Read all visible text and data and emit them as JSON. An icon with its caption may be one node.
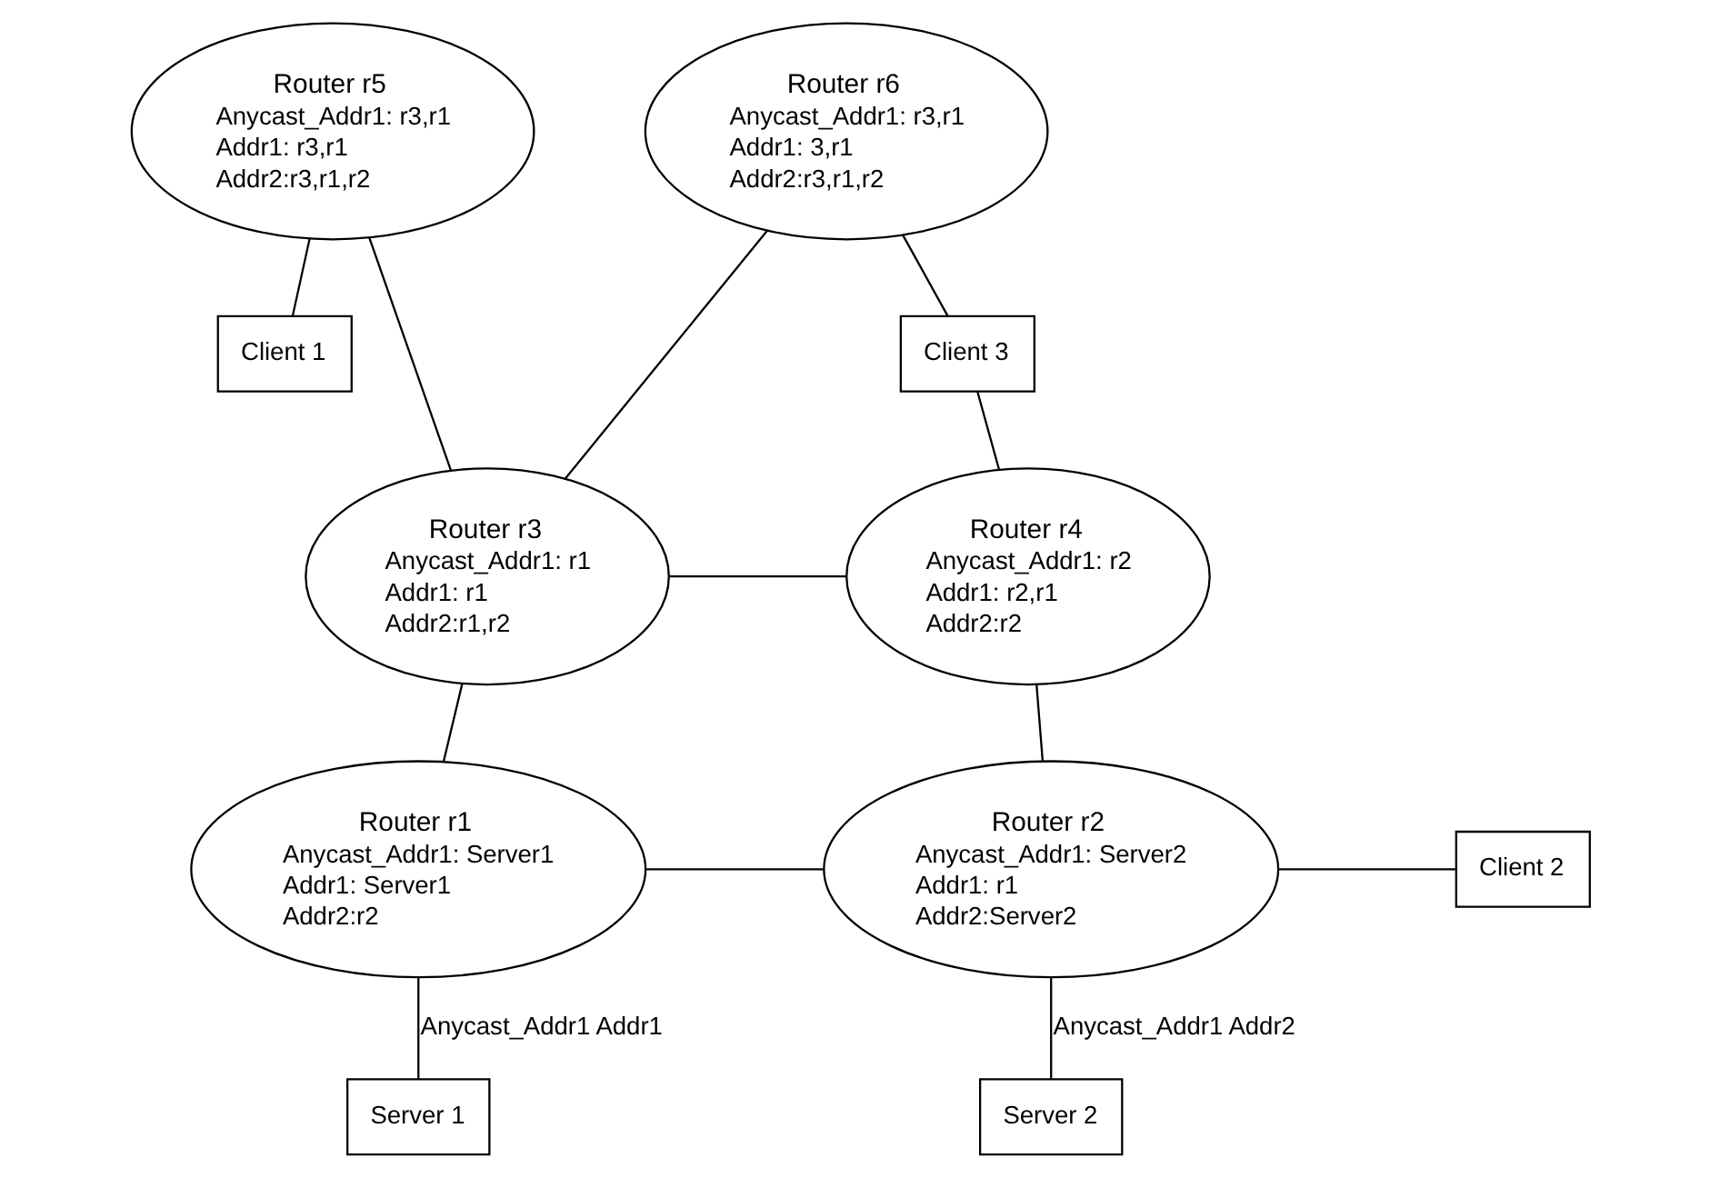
{
  "diagram": {
    "nodes": [
      {
        "text": [
          "Router r5",
          "Anycast_Addr1: r3,r1",
          "Addr1: r3,r1",
          "Addr2:r3,r1,r2"
        ]
      },
      {
        "text": [
          "Router r6",
          "Anycast_Addr1: r3,r1",
          "Addr1: 3,r1",
          "Addr2:r3,r1,r2"
        ]
      },
      {
        "text": [
          "Client 1"
        ]
      },
      {
        "text": [
          "Client 3"
        ]
      },
      {
        "text": [
          "Router r3",
          "Anycast_Addr1: r1",
          "Addr1: r1",
          "Addr2:r1,r2"
        ]
      },
      {
        "text": [
          "Router r4",
          "Anycast_Addr1: r2",
          "Addr1: r2,r1",
          "Addr2:r2"
        ]
      },
      {
        "text": [
          "Router r1",
          "Anycast_Addr1: Server1",
          "Addr1: Server1",
          "Addr2:r2"
        ]
      },
      {
        "text": [
          "Router r2",
          "Anycast_Addr1: Server2",
          "Addr1: r1",
          "Addr2:Server2"
        ]
      },
      {
        "text": [
          "Client 2"
        ]
      },
      {
        "text": [
          "Server 1"
        ]
      },
      {
        "text": [
          "Server 2"
        ]
      }
    ],
    "edges": [
      {
        "from": 0,
        "to": 2,
        "arrow": "none"
      },
      {
        "from": 0,
        "to": 4,
        "arrow": "none"
      },
      {
        "from": 1,
        "to": 4,
        "arrow": "none"
      },
      {
        "from": 1,
        "to": 3,
        "arrow": "none"
      },
      {
        "from": 3,
        "to": 5,
        "arrow": "none"
      },
      {
        "from": 4,
        "to": 5,
        "arrow": "none"
      },
      {
        "from": 4,
        "to": 6,
        "arrow": "none"
      },
      {
        "from": 5,
        "to": 7,
        "arrow": "none"
      },
      {
        "from": 6,
        "to": 7,
        "arrow": "none"
      },
      {
        "from": 7,
        "to": 8,
        "arrow": "none"
      },
      {
        "from": 6,
        "to": 9,
        "label": "Anycast_Addr1 Addr1",
        "arrow": "none"
      },
      {
        "from": 7,
        "to": 10,
        "label": "Anycast_Addr1 Addr2",
        "arrow": "none"
      }
    ]
  }
}
